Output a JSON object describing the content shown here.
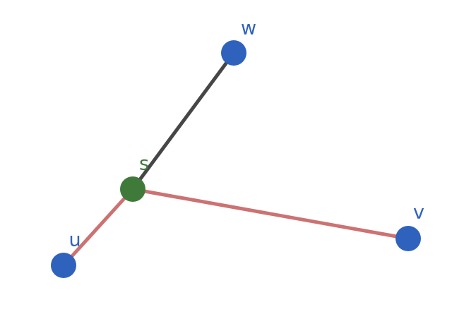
{
  "diagram": {
    "nodes": [
      {
        "id": "w",
        "label": "w",
        "color": "#2f62bd",
        "label_color": "#2f62bd"
      },
      {
        "id": "s",
        "label": "s",
        "color": "#3f7a3a",
        "label_color": "#3f7a3a"
      },
      {
        "id": "v",
        "label": "v",
        "color": "#2f62bd",
        "label_color": "#2f62bd"
      },
      {
        "id": "u",
        "label": "u",
        "color": "#2f62bd",
        "label_color": "#2f62bd"
      }
    ],
    "edges": [
      {
        "from": "s",
        "to": "w",
        "color": "#464646"
      },
      {
        "from": "s",
        "to": "v",
        "color": "#cc7272"
      },
      {
        "from": "s",
        "to": "u",
        "color": "#cc7272"
      }
    ]
  }
}
